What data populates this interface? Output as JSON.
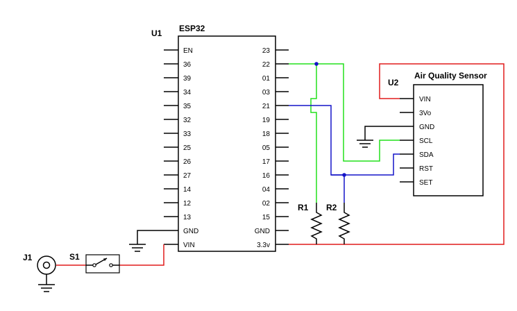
{
  "u1": {
    "ref": "U1",
    "name": "ESP32",
    "left_pins": [
      "EN",
      "36",
      "39",
      "34",
      "35",
      "32",
      "33",
      "25",
      "26",
      "27",
      "14",
      "12",
      "13",
      "GND",
      "VIN"
    ],
    "right_pins": [
      "23",
      "22",
      "01",
      "03",
      "21",
      "19",
      "18",
      "05",
      "17",
      "16",
      "04",
      "02",
      "15",
      "GND",
      "3.3v"
    ]
  },
  "u2": {
    "ref": "U2",
    "name": "Air Quality Sensor",
    "pins": [
      "VIN",
      "3Vo",
      "GND",
      "SCL",
      "SDA",
      "RST",
      "SET"
    ]
  },
  "resistors": {
    "r1": "R1",
    "r2": "R2"
  },
  "j1": "J1",
  "s1": "S1",
  "colors": {
    "scl_net": "#22e01c",
    "sda_net": "#1414c8",
    "power_net": "#e01b1b",
    "ground_net": "#000000"
  }
}
